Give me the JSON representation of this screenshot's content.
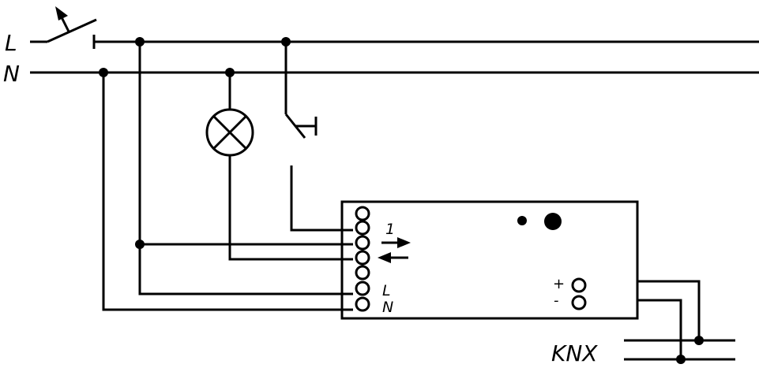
{
  "labels": {
    "line_L": "L",
    "line_N": "N",
    "channel": "1",
    "module_L": "L",
    "module_N": "N",
    "bus_plus": "+",
    "bus_minus": "-",
    "bus": "KNX"
  }
}
